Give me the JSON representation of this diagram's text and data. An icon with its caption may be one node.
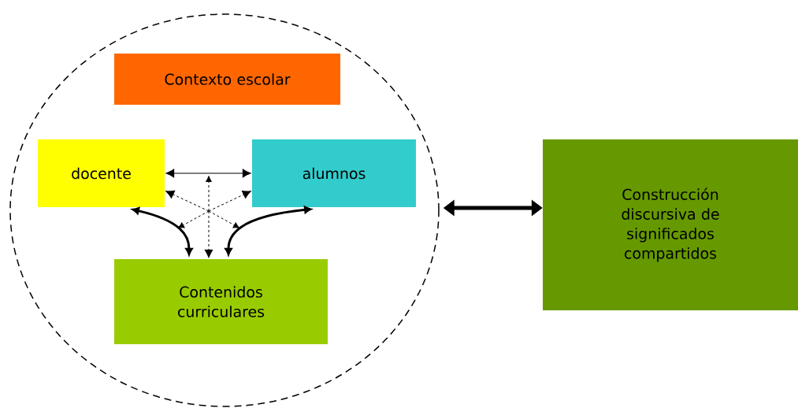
{
  "diagram": {
    "nodes": [
      {
        "text": [],
        "shape": "circle"
      },
      {
        "text": [
          "Contexto escolar"
        ],
        "in": 0
      },
      {
        "text": [
          "docente"
        ],
        "in": 0
      },
      {
        "text": [
          "alumnos"
        ],
        "in": 0
      },
      {
        "text": [
          "Contenidos curriculares"
        ],
        "in": 0
      },
      {
        "text": [
          "Construcción discursiva de significados compartidos"
        ]
      }
    ],
    "edges": [
      {
        "from": 2,
        "to": 3,
        "arrow": "both"
      },
      {
        "from": 2,
        "to": 4,
        "arrow": "both",
        "style": "thick"
      },
      {
        "from": 3,
        "to": 4,
        "arrow": "both",
        "style": "thick"
      },
      {
        "from": null,
        "to": 2,
        "arrow": "to",
        "style": "dashed"
      },
      {
        "from": null,
        "to": 3,
        "arrow": "to",
        "style": "dashed"
      },
      {
        "from": null,
        "to": 4,
        "arrow": "to",
        "style": "dashed"
      },
      {
        "from": 0,
        "to": 5,
        "arrow": "both",
        "style": "thick"
      }
    ]
  }
}
